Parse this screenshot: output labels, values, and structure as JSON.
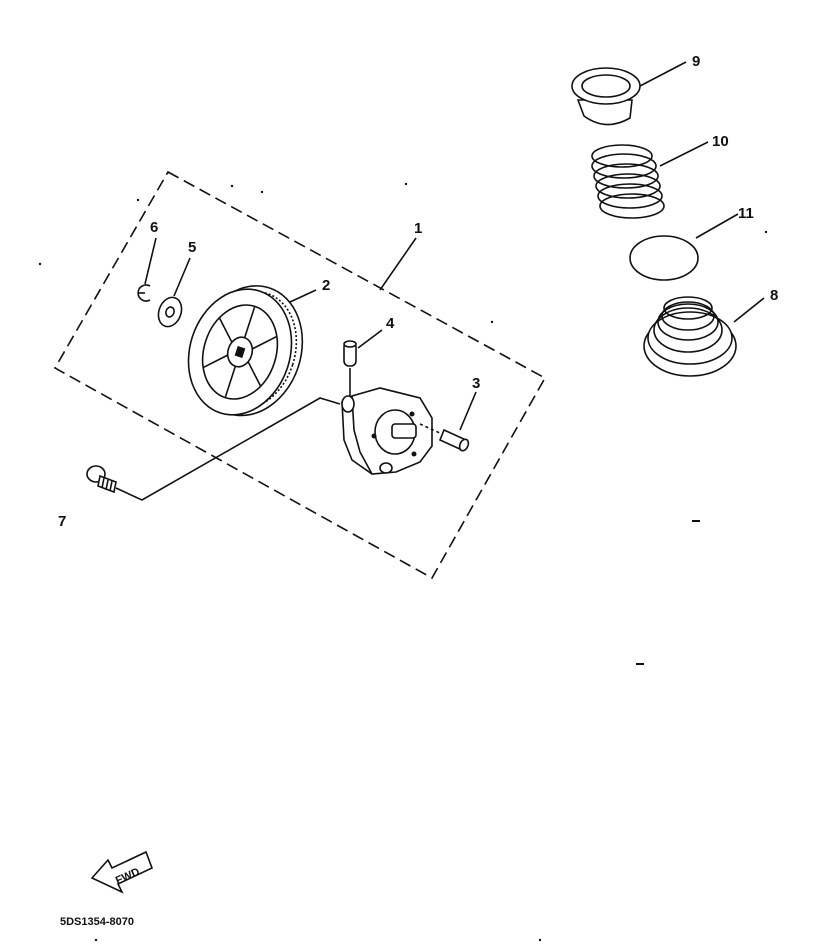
{
  "diagram": {
    "callouts": [
      "1",
      "2",
      "3",
      "4",
      "5",
      "6",
      "7",
      "8",
      "9",
      "10",
      "11"
    ],
    "fwd_label": "FWD",
    "drawing_code": "5DS1354-8070"
  },
  "colors": {
    "ink": "#111111",
    "paper": "#ffffff"
  }
}
